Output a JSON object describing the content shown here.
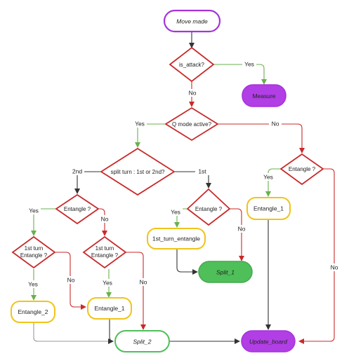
{
  "colors": {
    "purple": "#a434d9",
    "purple_fill": "#b23ee6",
    "red": "#c82a2a",
    "green": "#6ab04c",
    "green_fill": "#4fbf5a",
    "yellow": "#f0c419",
    "black": "#333333"
  },
  "nodes": {
    "move_made": "Move made",
    "is_attack": "is_attack?",
    "measure": "Measure",
    "q_mode_active": "Q mode active?",
    "split_turn": "split turn : 1st or 2nd?",
    "entangle_right": "Entangle ?",
    "entangle_1_right": "Entangle_1",
    "entangle_2nd": "Entangle ?",
    "entangle_1st": "Entangle ?",
    "first_turn_entangle": "1st_turn_entangle",
    "split_1": "Split_1",
    "first_turn_entangle_q_left": [
      "1st turn",
      "Entangle ?"
    ],
    "first_turn_entangle_q_mid": [
      "1st turn",
      "Entangle ?"
    ],
    "entangle_2": "Entangle_2",
    "entangle_1_mid": "Entangle_1",
    "split_2": "Split_2",
    "update_board": "Update_board"
  },
  "edge_labels": {
    "yes": "Yes",
    "no": "No",
    "second": "2nd",
    "first": "1st"
  }
}
